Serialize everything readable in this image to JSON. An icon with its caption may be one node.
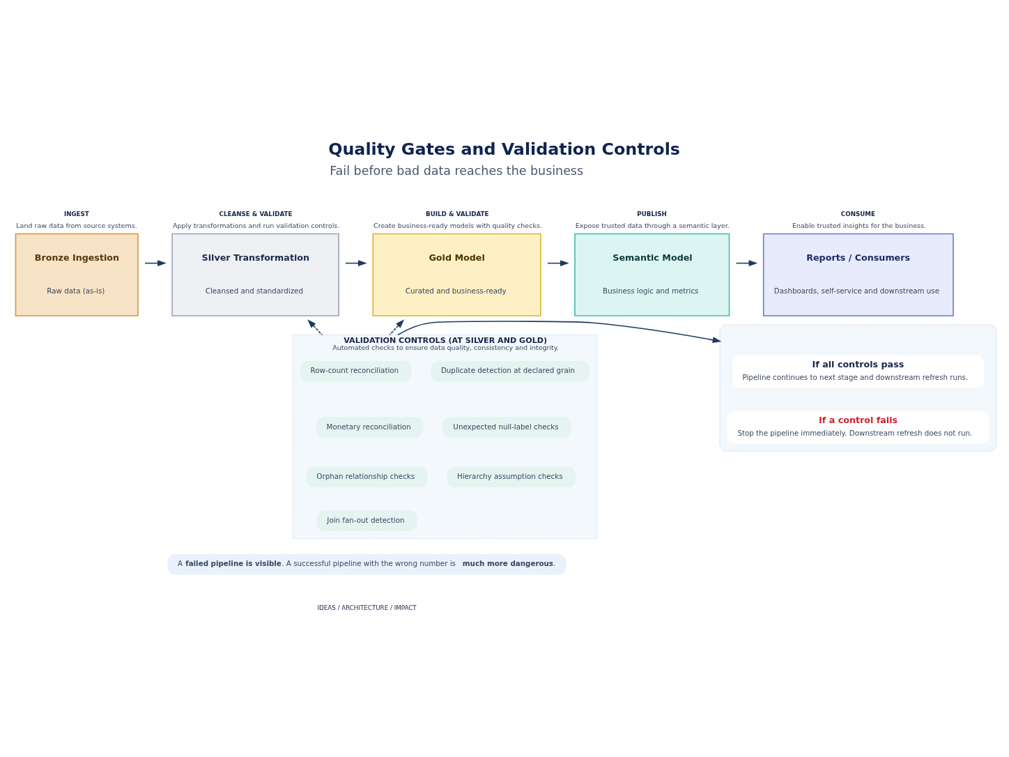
{
  "diagram": {
    "title": "Quality Gates and Validation Controls",
    "nodes": [
      {
        "text": [
          "Bronze Ingestion",
          "Raw data (as-is)"
        ],
        "beside": [
          "INGEST",
          "Land raw data from source systems."
        ]
      },
      {
        "text": [
          "Silver Transformation",
          "Cleansed and standardized"
        ],
        "beside": [
          "CLEANSE & VALIDATE",
          "Apply transformations and run validation controls."
        ]
      },
      {
        "text": [
          "Gold Model",
          "Curated and business-ready"
        ],
        "beside": [
          "BUILD & VALIDATE",
          "Create business-ready models with quality checks."
        ]
      },
      {
        "text": [
          "Semantic Model",
          "Business logic and metrics"
        ],
        "beside": [
          "PUBLISH",
          "Expose trusted data through a semantic layer."
        ]
      },
      {
        "text": [
          "Reports / Consumers",
          "Dashboards, self-service and downstream use"
        ],
        "beside": [
          "CONSUME",
          "Enable trusted insights for the business."
        ]
      },
      {
        "text": [
          "VALIDATION CONTROLS (AT SILVER AND GOLD)",
          "Automated checks to ensure data quality, consistency and integrity."
        ]
      },
      {
        "text": [
          "Row-count reconciliation"
        ],
        "in": 5
      },
      {
        "text": [
          "Monetary reconciliation"
        ],
        "in": 5
      },
      {
        "text": [
          "Orphan relationship checks"
        ],
        "in": 5
      },
      {
        "text": [
          "Join fan-out detection"
        ],
        "in": 5
      },
      {
        "text": [
          "Duplicate detection at declared grain"
        ],
        "in": 5
      },
      {
        "text": [
          "Unexpected null-label checks"
        ],
        "in": 5
      },
      {
        "text": [
          "Hierarchy assumption checks"
        ],
        "in": 5
      },
      {
        "text": [],
        "shape": "box"
      },
      {
        "text": [
          "If all controls pass",
          "Pipeline continues to next stage and downstream refresh runs."
        ],
        "in": 13
      },
      {
        "text": [
          "If a control fails",
          "Stop the pipeline immediately. Downstream refresh does not run."
        ],
        "in": 13
      },
      {
        "text": [
          "A **failed pipeline is visible**. A successful pipeline with the wrong number is **much more dangerous**."
        ]
      }
    ],
    "edges": [
      {
        "from": 0,
        "to": 1,
        "arrow": "to"
      },
      {
        "from": 1,
        "to": 2,
        "arrow": "to"
      },
      {
        "from": 2,
        "to": 3,
        "arrow": "to"
      },
      {
        "from": 3,
        "to": 4,
        "arrow": "to"
      },
      {
        "from": 5,
        "to": 1,
        "arrow": "to",
        "style": "dashed"
      },
      {
        "from": 5,
        "to": 2,
        "arrow": "to",
        "style": "dashed"
      },
      {
        "from": 5,
        "to": 13,
        "arrow": "to"
      }
    ],
    "labels": [
      "Fail before bad data reaches the business",
      "IDEAS / ARCHITECTURE / IMPACT"
    ]
  }
}
